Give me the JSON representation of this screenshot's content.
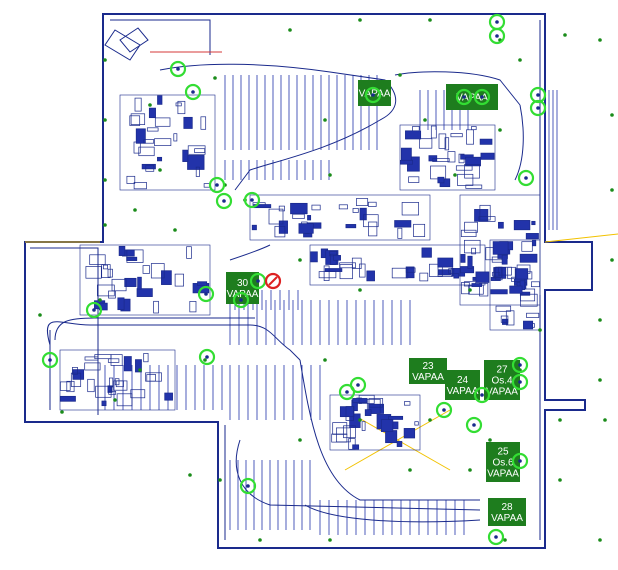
{
  "colors": {
    "background": "#ffffff",
    "plan_lines": "#1a2a8c",
    "plan_fill": "#2233aa",
    "status_box": "#1e7d1e",
    "status_text": "#ffffff",
    "marker_available": "#33dd33",
    "marker_blocked": "#dd2222",
    "accent_line": "#f2c200",
    "red_line": "#d43a3a"
  },
  "parking_spots": [
    {
      "id": "spot-top-left",
      "number": "",
      "line2": "",
      "status": "VAPAA"
    },
    {
      "id": "spot-top-right",
      "number": "",
      "line2": "",
      "status": "VAPAA"
    },
    {
      "id": "spot-30",
      "number": "30",
      "line2": "",
      "status": "VAPAA"
    },
    {
      "id": "spot-23",
      "number": "23",
      "line2": "",
      "status": "VAPAA"
    },
    {
      "id": "spot-24",
      "number": "24",
      "line2": "",
      "status": "VAPAA"
    },
    {
      "id": "spot-27",
      "number": "27",
      "line2": "Os.4",
      "status": "VAPAA"
    },
    {
      "id": "spot-25",
      "number": "25",
      "line2": "Os.6",
      "status": "VAPAA"
    },
    {
      "id": "spot-28",
      "number": "28",
      "line2": "",
      "status": "VAPAA"
    }
  ],
  "markers": [
    {
      "id": "m1",
      "type": "available"
    },
    {
      "id": "m2",
      "type": "available"
    },
    {
      "id": "m3",
      "type": "available"
    },
    {
      "id": "m4",
      "type": "available"
    },
    {
      "id": "m5",
      "type": "available"
    },
    {
      "id": "m6",
      "type": "available"
    },
    {
      "id": "m7",
      "type": "available"
    },
    {
      "id": "m8",
      "type": "available"
    },
    {
      "id": "m9",
      "type": "available"
    },
    {
      "id": "m10",
      "type": "available"
    },
    {
      "id": "m11",
      "type": "available"
    },
    {
      "id": "m12",
      "type": "available"
    },
    {
      "id": "m13",
      "type": "available"
    },
    {
      "id": "m14",
      "type": "available"
    },
    {
      "id": "m15",
      "type": "available"
    },
    {
      "id": "m16",
      "type": "available"
    },
    {
      "id": "m17",
      "type": "available"
    },
    {
      "id": "m18",
      "type": "available"
    },
    {
      "id": "m19",
      "type": "available"
    },
    {
      "id": "m20",
      "type": "available"
    },
    {
      "id": "m21",
      "type": "available"
    },
    {
      "id": "m22",
      "type": "available"
    },
    {
      "id": "m23",
      "type": "available"
    },
    {
      "id": "m24",
      "type": "available"
    },
    {
      "id": "m25",
      "type": "available"
    },
    {
      "id": "m26",
      "type": "available"
    },
    {
      "id": "m27",
      "type": "available"
    },
    {
      "id": "m28",
      "type": "blocked"
    }
  ]
}
